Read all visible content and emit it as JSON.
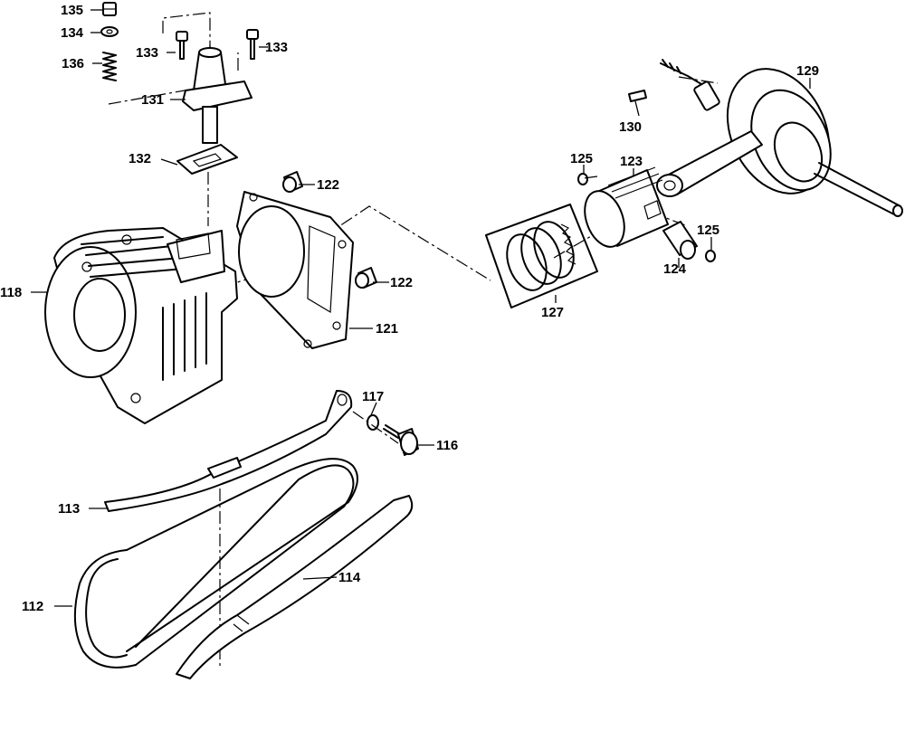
{
  "diagram": {
    "callouts": {
      "c135": "135",
      "c134": "134",
      "c136": "136",
      "c133a": "133",
      "c133b": "133",
      "c131": "131",
      "c132": "132",
      "c122a": "122",
      "c122b": "122",
      "c118": "118",
      "c121": "121",
      "c117": "117",
      "c116": "116",
      "c113": "113",
      "c114": "114",
      "c112": "112",
      "c129": "129",
      "c130": "130",
      "c125a": "125",
      "c123": "123",
      "c125b": "125",
      "c124": "124",
      "c127": "127"
    }
  }
}
